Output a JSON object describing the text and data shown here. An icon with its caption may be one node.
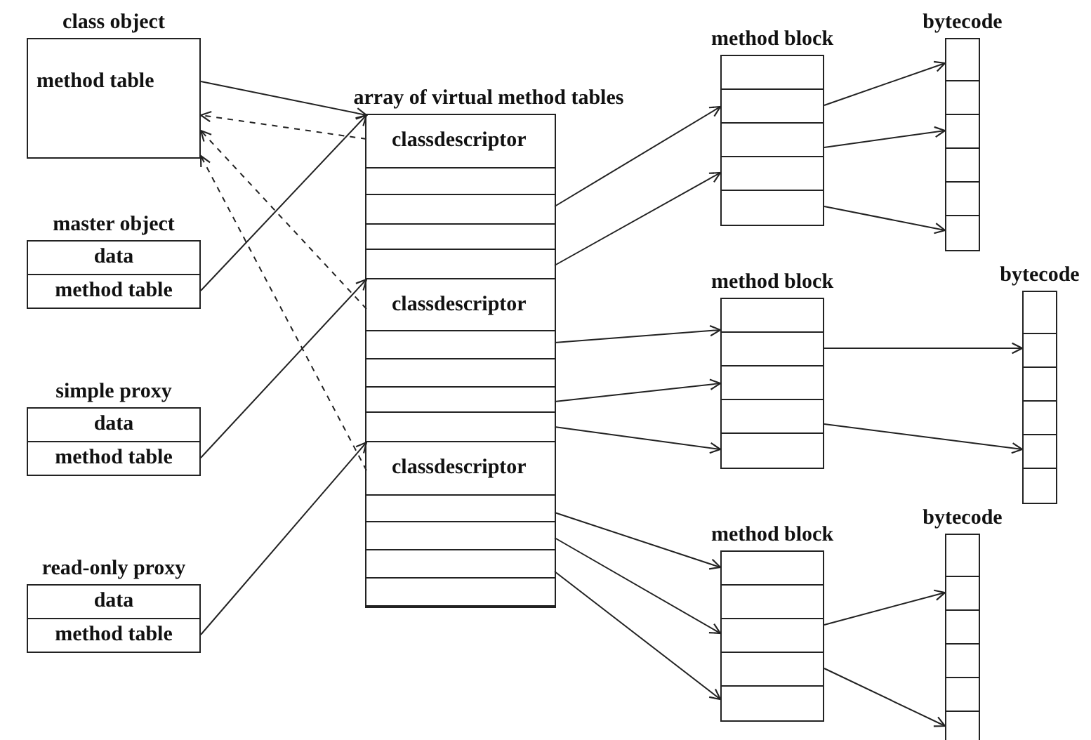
{
  "diagram": {
    "nodes": [
      {
        "text": [
          "class object",
          "method table"
        ]
      },
      {
        "text": [
          "master object",
          "data",
          "method table"
        ]
      },
      {
        "text": [
          "simple proxy",
          "data",
          "method table"
        ]
      },
      {
        "text": [
          "read-only proxy",
          "data",
          "method table"
        ]
      },
      {
        "text": [
          "array of virtual method tables"
        ]
      },
      {
        "text": [
          "classdescriptor"
        ],
        "in": 4
      },
      {
        "text": [
          "classdescriptor"
        ],
        "in": 4
      },
      {
        "text": [
          "classdescriptor"
        ],
        "in": 4
      },
      {
        "text": [
          "method block"
        ]
      },
      {
        "text": [
          "bytecode"
        ]
      },
      {
        "text": [
          "method block"
        ]
      },
      {
        "text": [
          "bytecode"
        ]
      },
      {
        "text": [
          "method block"
        ]
      },
      {
        "text": [
          "bytecode"
        ]
      }
    ],
    "edges": [
      {
        "from": 0,
        "to": 5,
        "arrow": "to"
      },
      {
        "from": 1,
        "to": 5,
        "arrow": "to"
      },
      {
        "from": 2,
        "to": 6,
        "arrow": "to"
      },
      {
        "from": 3,
        "to": 7,
        "arrow": "to"
      },
      {
        "from": 5,
        "to": 0,
        "arrow": "to",
        "style": "dashed"
      },
      {
        "from": 6,
        "to": 0,
        "arrow": "to",
        "style": "dashed"
      },
      {
        "from": 7,
        "to": 0,
        "arrow": "to",
        "style": "dashed"
      },
      {
        "from": 5,
        "to": 8,
        "arrow": "to"
      },
      {
        "from": 5,
        "to": 8,
        "arrow": "to"
      },
      {
        "from": 8,
        "to": 9,
        "arrow": "to"
      },
      {
        "from": 8,
        "to": 9,
        "arrow": "to"
      },
      {
        "from": 8,
        "to": 9,
        "arrow": "to"
      },
      {
        "from": 6,
        "to": 10,
        "arrow": "to"
      },
      {
        "from": 6,
        "to": 10,
        "arrow": "to"
      },
      {
        "from": 6,
        "to": 10,
        "arrow": "to"
      },
      {
        "from": 10,
        "to": 11,
        "arrow": "to"
      },
      {
        "from": 10,
        "to": 11,
        "arrow": "to"
      },
      {
        "from": 7,
        "to": 12,
        "arrow": "to"
      },
      {
        "from": 7,
        "to": 12,
        "arrow": "to"
      },
      {
        "from": 7,
        "to": 12,
        "arrow": "to"
      },
      {
        "from": 12,
        "to": 13,
        "arrow": "to"
      },
      {
        "from": 12,
        "to": 13,
        "arrow": "to"
      }
    ]
  }
}
